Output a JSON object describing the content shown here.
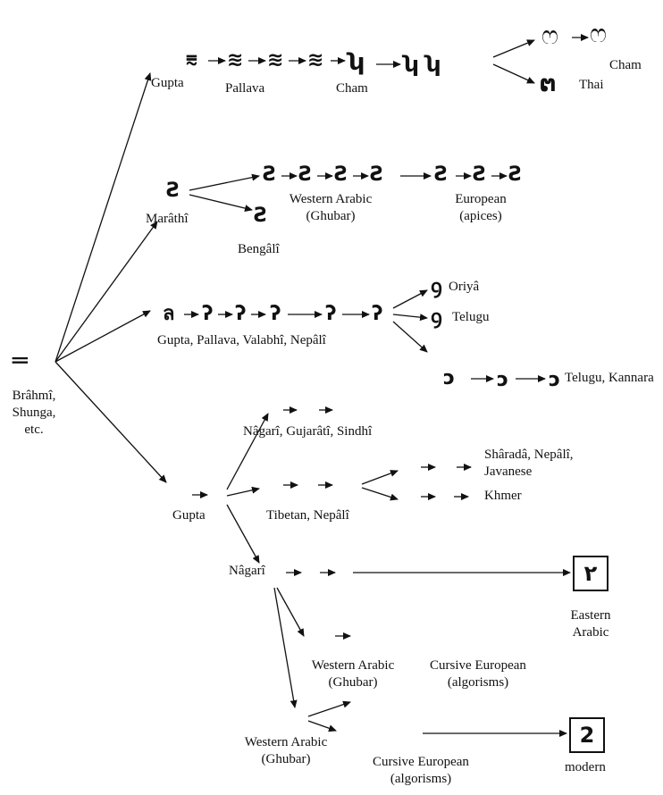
{
  "root": {
    "glyph": "═",
    "label_lines": [
      "Brâhmî,",
      "Shunga,",
      "etc."
    ]
  },
  "branches": {
    "gupta_top": {
      "labels": {
        "gupta": "Gupta",
        "pallava": "Pallava",
        "cham": "Cham",
        "cham2": "Cham",
        "thai": "Thai"
      },
      "glyphs": [
        "⩳",
        "≋",
        "≋",
        "≋",
        "ʮ",
        "ʮ ʮ",
        "ෆ",
        "ෆ",
        "ຕ"
      ]
    },
    "marathi": {
      "labels": {
        "marathi": "Marâthî",
        "bengali": "Bengâlî",
        "western_arabic": [
          "Western Arabic",
          "(Ghubar)"
        ],
        "european_apices": [
          "European",
          "(apices)"
        ]
      },
      "glyphs": [
        "Ꙅ",
        "Ꙅ",
        "Ꙅ",
        "Ꙅ",
        "Ꙅ",
        "Ꙅ",
        "Ꙅ",
        "Ꙅ",
        "Ꙅ"
      ]
    },
    "gupta_mid": {
      "labels": {
        "gupta_line": "Gupta, Pallava, Valabhî, Nepâlî",
        "oriya": "Oriyâ",
        "telugu": "Telugu",
        "telugu_kannara": "Telugu, Kannara"
      },
      "glyphs": [
        "ล",
        "ʔ",
        "ʔ",
        "ʔ",
        "ʔ",
        "ʔ",
        "ꝯ",
        "ꝯ",
        "ɔ",
        "ɔ",
        "ɔ"
      ]
    },
    "gupta_low": {
      "labels": {
        "gupta": "Gupta",
        "nagari_line": "Nâgarî, Gujarâtî, Sindhî",
        "tibetan_line": "Tibetan, Nepâlî",
        "sharada": [
          "Shâradâ, Nepâlî,",
          "Javanese"
        ],
        "khmer": "Khmer",
        "nagari": "Nâgarî",
        "eastern_arabic": [
          "Eastern",
          "Arabic"
        ],
        "western_arabic": [
          "Western Arabic",
          "(Ghubar)"
        ],
        "cursive_european": [
          "Cursive European",
          "(algorisms)"
        ],
        "western_arabic_b": [
          "Western Arabic",
          "(Ghubar)"
        ],
        "cursive_european_b": [
          "Cursive European",
          "(algorisms)"
        ],
        "modern": "modern"
      },
      "eastern_arabic_glyph": "٢",
      "modern_glyph": "2"
    }
  }
}
